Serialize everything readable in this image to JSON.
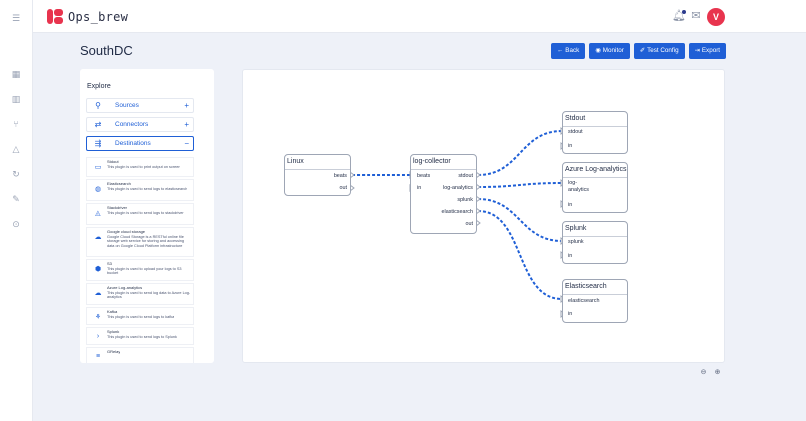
{
  "app": {
    "name": "Ops_brew",
    "avatar_initial": "V",
    "accent": "#e8344e",
    "primary": "#1f5fd6"
  },
  "page": {
    "title": "SouthDC"
  },
  "actions": {
    "back": "Back",
    "monitor": "Monitor",
    "test_config": "Test Config",
    "export": "Export"
  },
  "explore": {
    "title": "Explore",
    "categories": [
      {
        "label": "Sources",
        "icon": "plug-icon"
      },
      {
        "label": "Connectors",
        "icon": "connector-icon"
      },
      {
        "label": "Destinations",
        "icon": "destination-icon"
      }
    ],
    "plugins": [
      {
        "name": "Stdout",
        "desc": "This plugin is used to print output on screen"
      },
      {
        "name": "Elasticsearch",
        "desc": "This plugin is used to send logs to elasticsearch"
      },
      {
        "name": "Stackdriver",
        "desc": "This plugin is used to send logs to stackdriver"
      },
      {
        "name": "Google cloud storage",
        "desc": "Google Cloud Storage is a RESTful online file storage web service for storing and accessing data on Google Cloud Platform infrastructure"
      },
      {
        "name": "S3",
        "desc": "This plugin is used to upload your logs to S3 bucket"
      },
      {
        "name": "Azure Log-analytics",
        "desc": "This plugin is used to send log data to Azure Log-analytics"
      },
      {
        "name": "Kafka",
        "desc": "This plugin is used to send logs to kafka"
      },
      {
        "name": "Splunk",
        "desc": "This plugin is used to send logs to Splunk"
      },
      {
        "name": "GRelay",
        "desc": ""
      }
    ]
  },
  "nodes": {
    "linux": {
      "title": "Linux",
      "outputs": [
        "beats",
        "out"
      ]
    },
    "collector": {
      "title": "log-collector",
      "inputs": [
        "beats",
        "in"
      ],
      "outputs": [
        "stdout",
        "log-analytics",
        "splunk",
        "elasticsearch",
        "out"
      ]
    },
    "stdout": {
      "title": "Stdout",
      "ports": [
        "stdout",
        "in"
      ]
    },
    "azure": {
      "title": "Azure Log-analytics",
      "ports": [
        "log-analytics",
        "in"
      ]
    },
    "splunk": {
      "title": "Splunk",
      "ports": [
        "splunk",
        "in"
      ]
    },
    "elastic": {
      "title": "Elasticsearch",
      "ports": [
        "elasticsearch",
        "in"
      ]
    }
  }
}
